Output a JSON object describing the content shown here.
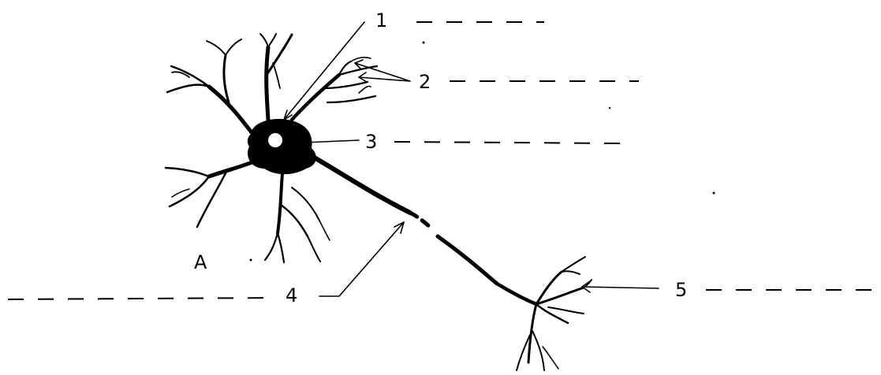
{
  "diagram": {
    "label_1": "1",
    "label_2": "2",
    "label_3": "3",
    "label_4": "4",
    "label_5": "5",
    "letter_a": "A"
  }
}
